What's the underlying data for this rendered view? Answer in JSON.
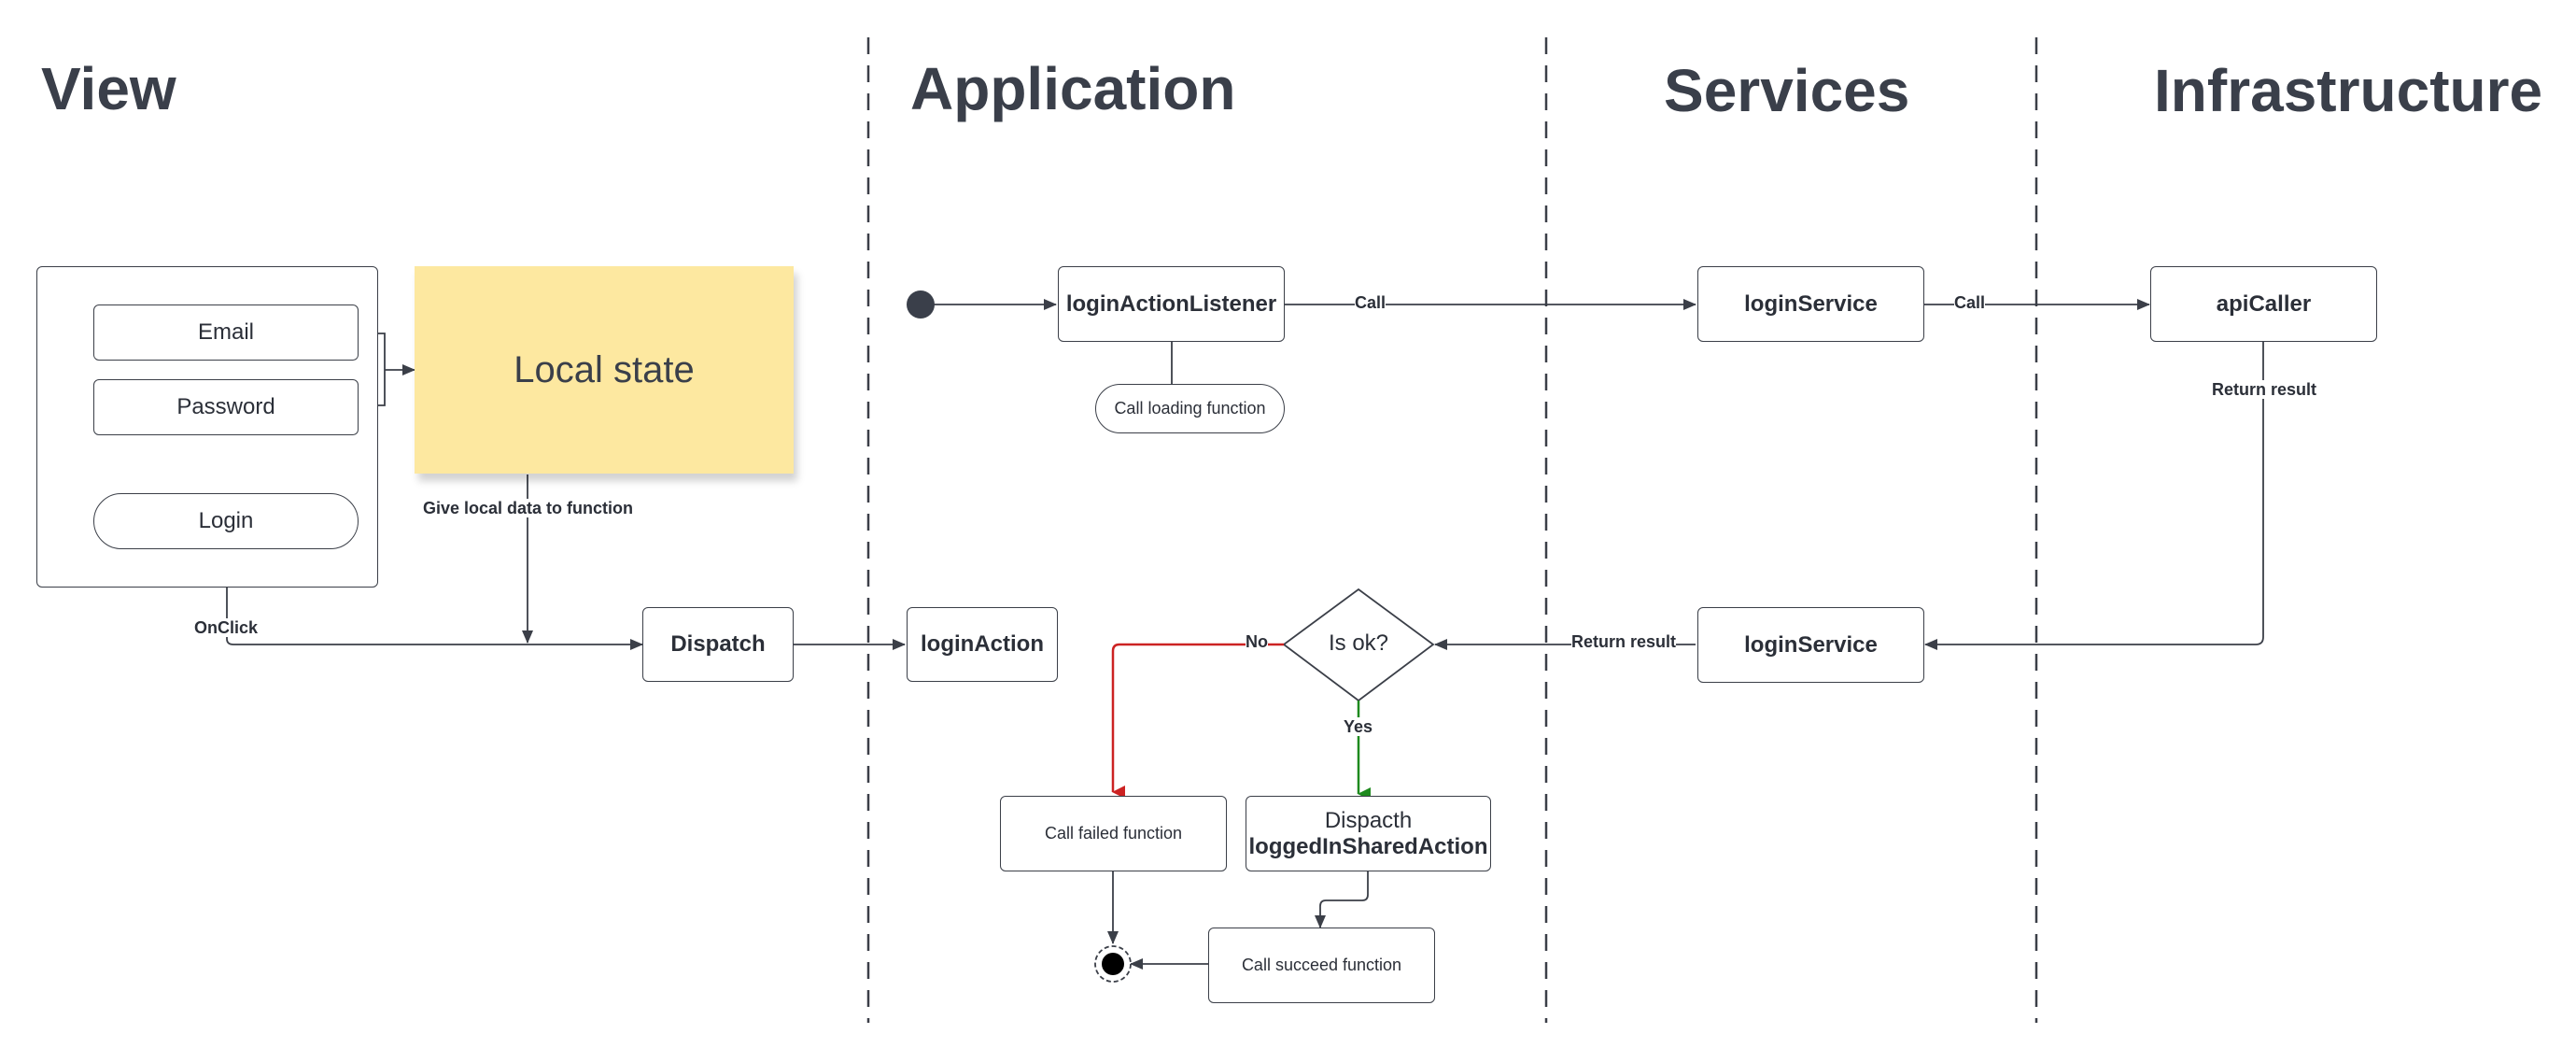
{
  "lanes": {
    "view": "View",
    "application": "Application",
    "services": "Services",
    "infrastructure": "Infrastructure"
  },
  "view": {
    "email": "Email",
    "password": "Password",
    "login": "Login",
    "local_state": "Local state",
    "give_local_data": "Give local data to function",
    "onclick": "OnClick",
    "dispatch": "Dispatch"
  },
  "application": {
    "login_action_listener": "loginActionListener",
    "call_loading": "Call loading function",
    "login_action": "loginAction",
    "is_ok": "Is ok?",
    "no": "No",
    "yes": "Yes",
    "call_failed": "Call failed function",
    "dispatch_line1": "Dispacth",
    "dispatch_line2": "loggedInSharedAction",
    "call_succeed": "Call succeed function"
  },
  "services": {
    "login_service_top": "loginService",
    "login_service_bottom": "loginService",
    "return_result": "Return result",
    "call_label_1": "Call"
  },
  "infrastructure": {
    "api_caller": "apiCaller",
    "return_result": "Return result",
    "call_label_2": "Call"
  },
  "colors": {
    "line": "#3b3f48",
    "no_branch": "#cc2222",
    "yes_branch": "#1e8a1e",
    "sticky": "#fde8a0"
  }
}
